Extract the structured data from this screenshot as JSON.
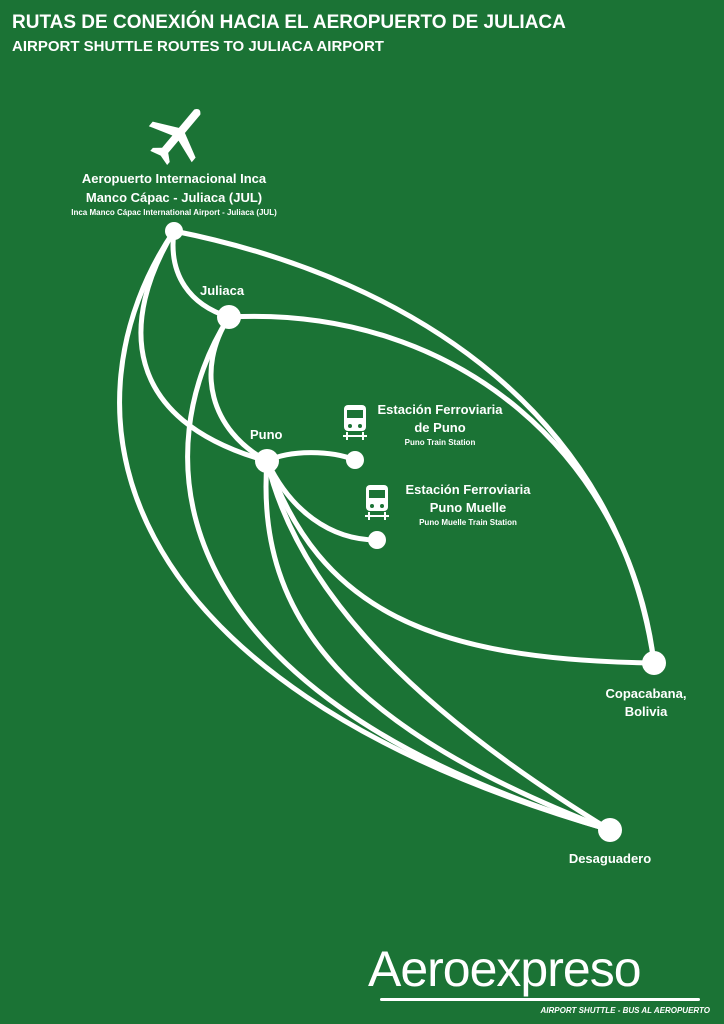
{
  "title": "RUTAS DE CONEXIÓN HACIA EL AEROPUERTO DE JULIACA",
  "subtitle": "AIRPORT SHUTTLE ROUTES TO JULIACA AIRPORT",
  "nodes": {
    "airport": {
      "line1": "Aeropuerto Internacional Inca",
      "line2": "Manco Cápac - Juliaca (JUL)",
      "en": "Inca Manco Cápac International Airport - Juliaca (JUL)"
    },
    "juliaca": {
      "label": "Juliaca"
    },
    "puno": {
      "label": "Puno"
    },
    "puno_train": {
      "line1": "Estación Ferroviaria",
      "line2": "de Puno",
      "en": "Puno Train Station"
    },
    "muelle_train": {
      "line1": "Estación Ferroviaria",
      "line2": "Puno Muelle",
      "en": "Puno Muelle Train Station"
    },
    "copacabana": {
      "line1": "Copacabana,",
      "line2": "Bolivia"
    },
    "desaguadero": {
      "label": "Desaguadero"
    }
  },
  "logo": {
    "name": "Aeroexpreso",
    "tagline": "AIRPORT SHUTTLE - BUS AL AEROPUERTO"
  },
  "colors": {
    "background": "#1b7335",
    "lines": "#ffffff"
  }
}
